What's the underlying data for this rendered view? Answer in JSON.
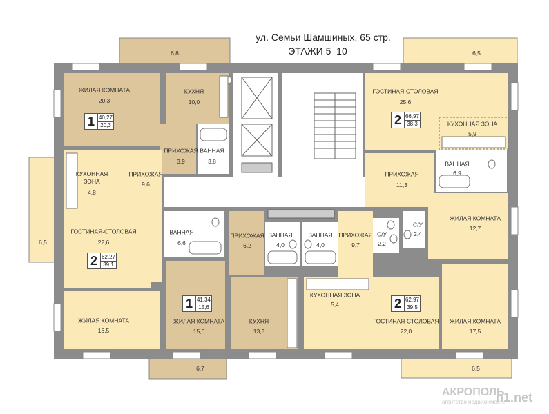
{
  "header": {
    "address": "ул. Семьи Шамшиных, 65 стр.",
    "floors": "ЭТАЖИ 5–10"
  },
  "balconies": {
    "top_left": "6,8",
    "top_right": "6,5",
    "left": "6,5",
    "bottom_left": "6,7",
    "bottom_right": "6,5"
  },
  "apartments": {
    "a1_top": {
      "rooms": "1",
      "total": "40,27",
      "living": "20,3"
    },
    "a2_right_top": {
      "rooms": "2",
      "total": "66,97",
      "living": "38,3"
    },
    "a2_left": {
      "rooms": "2",
      "total": "62,27",
      "living": "39,1"
    },
    "a1_bottom": {
      "rooms": "1",
      "total": "41,34",
      "living": "15,6"
    },
    "a2_right_bottom": {
      "rooms": "2",
      "total": "62,97",
      "living": "39,5"
    }
  },
  "rooms": {
    "living_tl": {
      "name": "ЖИЛАЯ КОМНАТА",
      "area": "20,3"
    },
    "kitchen_t": {
      "name": "КУХНЯ",
      "area": "10,0"
    },
    "hall_t": {
      "name": "ПРИХОЖАЯ",
      "area": "3,9"
    },
    "bath_t": {
      "name": "ВАННАЯ",
      "area": "3,8"
    },
    "lounge_tr": {
      "name": "ГОСТИНАЯ-СТОЛОВАЯ",
      "area": "25,6"
    },
    "kzone_tr": {
      "name": "КУХОННАЯ ЗОНА",
      "area": "5,9"
    },
    "hall_tr": {
      "name": "ПРИХОЖАЯ",
      "area": "11,3"
    },
    "bath_tr": {
      "name": "ВАННАЯ",
      "area": "6,9"
    },
    "living_r": {
      "name": "ЖИЛАЯ КОМНАТА",
      "area": "12,7"
    },
    "wc_r1": {
      "name": "С/У",
      "area": "2,4"
    },
    "wc_r2": {
      "name": "С/У",
      "area": "2,2"
    },
    "kzone_l": {
      "name": "КУХОННАЯ\nЗОНА",
      "area": "4,8"
    },
    "hall_l": {
      "name": "ПРИХОЖАЯ",
      "area": "9,6"
    },
    "lounge_l": {
      "name": "ГОСТИНАЯ-СТОЛОВАЯ",
      "area": "22,6"
    },
    "living_bl": {
      "name": "ЖИЛАЯ КОМНАТА",
      "area": "16,5"
    },
    "bath_cl": {
      "name": "ВАННАЯ",
      "area": "6,6"
    },
    "living_bc": {
      "name": "ЖИЛАЯ КОМНАТА",
      "area": "15,6"
    },
    "hall_c": {
      "name": "ПРИХОЖАЯ",
      "area": "6,2"
    },
    "bath_c1": {
      "name": "ВАННАЯ",
      "area": "4,0"
    },
    "bath_c2": {
      "name": "ВАННАЯ",
      "area": "4,0"
    },
    "hall_cr": {
      "name": "ПРИХОЖАЯ",
      "area": "9,7"
    },
    "kitchen_b": {
      "name": "КУХНЯ",
      "area": "13,3"
    },
    "kzone_br": {
      "name": "КУХОННАЯ ЗОНА",
      "area": "5,4"
    },
    "lounge_br": {
      "name": "ГОСТИНАЯ-СТОЛОВАЯ",
      "area": "22,0"
    },
    "living_br": {
      "name": "ЖИЛАЯ КОМНАТА",
      "area": "17,5"
    }
  },
  "watermark": {
    "brand": "АКРОПОЛЬ",
    "tagline": "агентство недвижимости",
    "site": "n1.net"
  },
  "colors": {
    "wall": "#8c8c8c",
    "room_light": "#fbe9b7",
    "room_dark": "#ddc59c",
    "bath": "#ffffff",
    "common": "#ffffff",
    "balcony_light": "#fbe9b7",
    "balcony_dark": "#ddc59c"
  }
}
